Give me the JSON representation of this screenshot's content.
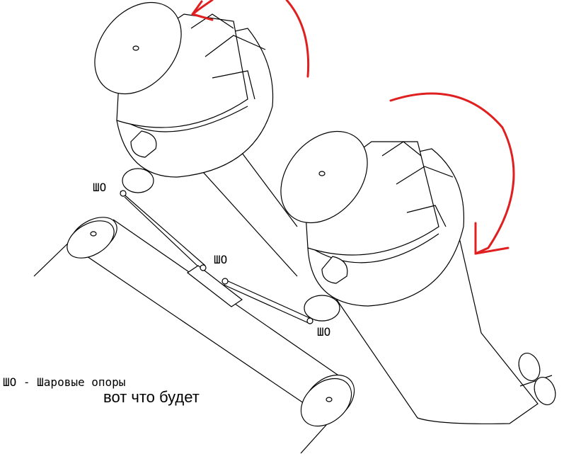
{
  "labels": {
    "ball_joint_1": "ШО",
    "ball_joint_2": "ШО",
    "ball_joint_3": "ШО",
    "legend": "ШО - Шаровые опоры",
    "caption": "вот что будет"
  },
  "colors": {
    "arrow": "#e02020",
    "lines": "#000000"
  }
}
